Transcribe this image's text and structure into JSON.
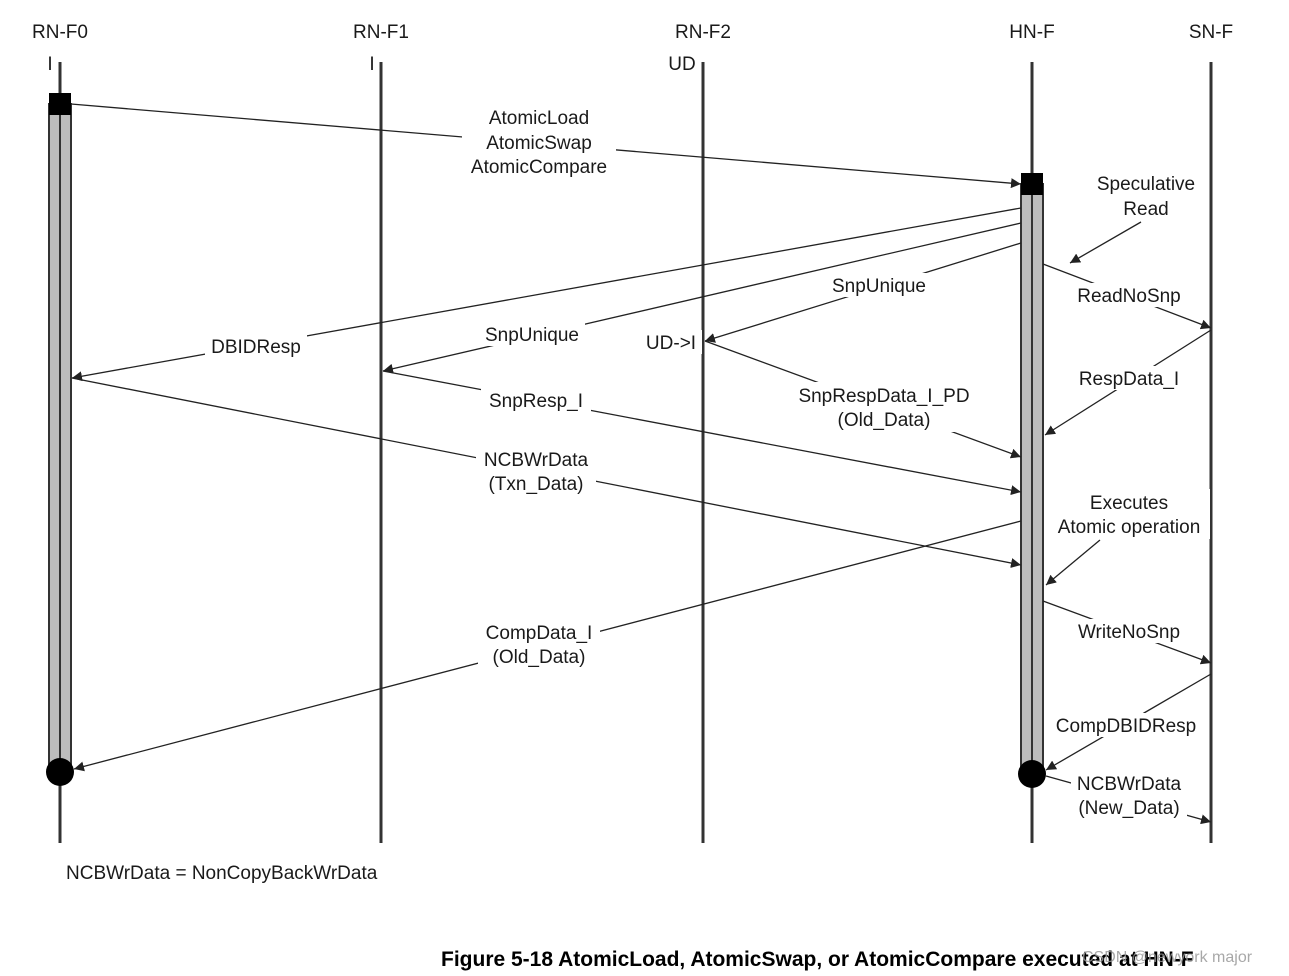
{
  "lifelines": [
    {
      "id": "rnf0",
      "name": "RN-F0",
      "state": "I"
    },
    {
      "id": "rnf1",
      "name": "RN-F1",
      "state": "I"
    },
    {
      "id": "rnf2",
      "name": "RN-F2",
      "state": "UD"
    },
    {
      "id": "hnf",
      "name": "HN-F",
      "state": ""
    },
    {
      "id": "snf",
      "name": "SN-F",
      "state": ""
    }
  ],
  "messages": {
    "atomic_req": [
      "AtomicLoad",
      "AtomicSwap",
      "AtomicCompare"
    ],
    "dbidresp": "DBIDResp",
    "snpunique_f1": "SnpUnique",
    "snpunique_f2": "SnpUnique",
    "snpresp_i": "SnpResp_I",
    "snprespdata": [
      "SnpRespData_I_PD",
      "(Old_Data)"
    ],
    "ncbwrdata_txn": [
      "NCBWrData",
      "(Txn_Data)"
    ],
    "compdata": [
      "CompData_I",
      "(Old_Data)"
    ],
    "readnosnp": "ReadNoSnp",
    "respdata": "RespData_I",
    "writenosnp": "WriteNoSnp",
    "compdbidresp": "CompDBIDResp",
    "ncbwrdata_new": [
      "NCBWrData",
      "(New_Data)"
    ]
  },
  "annotations": {
    "speculative": [
      "Speculative",
      "Read"
    ],
    "executes": [
      "Executes",
      "Atomic operation"
    ],
    "ud_to_i": "UD->I",
    "legend": "NCBWrData = NonCopyBackWrData"
  },
  "caption": "Figure 5-18 AtomicLoad, AtomicSwap, or AtomicCompare executed at HN-F",
  "watermark": "CSDN @newyork major",
  "colors": {
    "line": "#333333",
    "activation_fill": "#bdbdbd",
    "text": "#1a1a1a"
  }
}
